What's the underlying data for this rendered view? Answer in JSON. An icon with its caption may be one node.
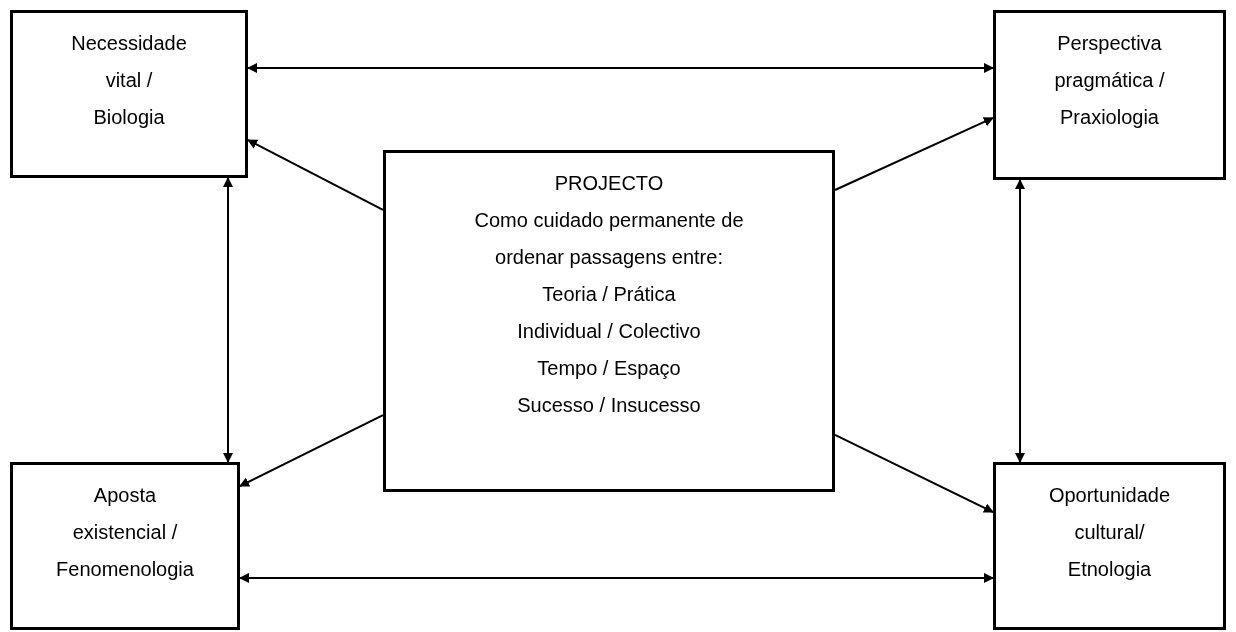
{
  "diagram": {
    "nodes": [
      {
        "text": [
          "Necessidade vital / Biologia"
        ]
      },
      {
        "text": [
          "Perspectiva pragmática / Praxiologia"
        ]
      },
      {
        "text": [
          "PROJECTO",
          "Como cuidado permanente de ordenar passagens entre:",
          "Teoria / Prática",
          "Individual / Colectivo",
          "Tempo / Espaço",
          "Sucesso / Insucesso"
        ]
      },
      {
        "text": [
          "Aposta existencial / Fenomenologia"
        ]
      },
      {
        "text": [
          "Oportunidade cultural/ Etnologia"
        ]
      }
    ],
    "edges": [
      {
        "from": 0,
        "to": 1,
        "arrow": "both"
      },
      {
        "from": 2,
        "to": 0,
        "arrow": "to"
      },
      {
        "from": 2,
        "to": 1,
        "arrow": "to"
      },
      {
        "from": 0,
        "to": 3,
        "arrow": "both"
      },
      {
        "from": 1,
        "to": 4,
        "arrow": "both"
      },
      {
        "from": 2,
        "to": 3,
        "arrow": "to"
      },
      {
        "from": 2,
        "to": 4,
        "arrow": "to"
      },
      {
        "from": 3,
        "to": 4,
        "arrow": "both"
      }
    ]
  }
}
